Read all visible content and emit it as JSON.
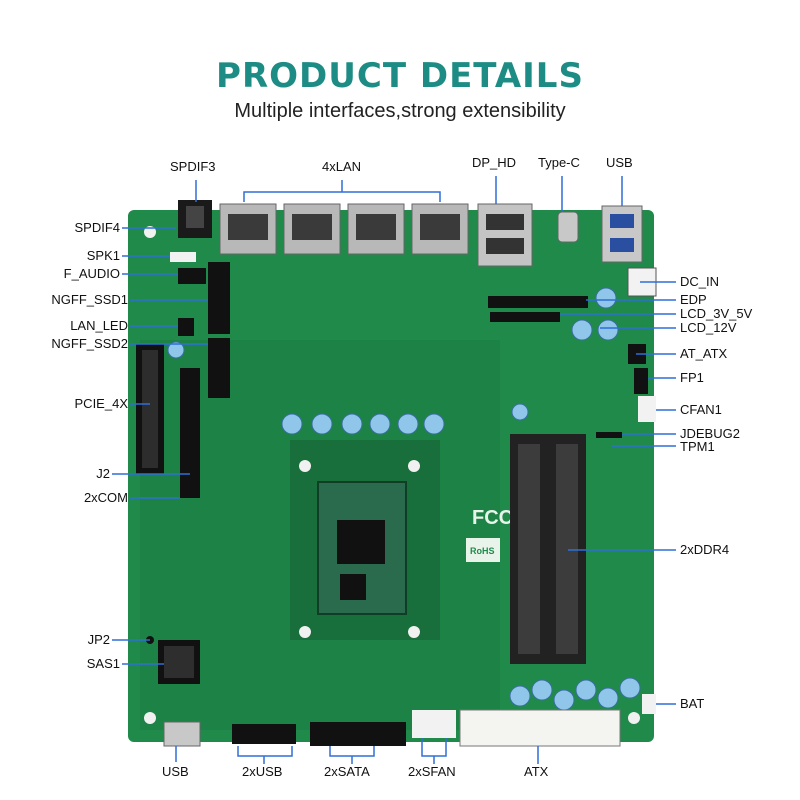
{
  "header": {
    "title": "PRODUCT DETAILS",
    "subtitle": "Multiple interfaces,strong extensibility"
  },
  "colors": {
    "title": "#1d8c84",
    "pcb": "#1f8a4a",
    "pcb_dark": "#156b38",
    "callout_line": "#2f6fd6"
  },
  "labels": {
    "top": {
      "spdif3": "SPDIF3",
      "lan4x": "4xLAN",
      "dp_hd": "DP_HD",
      "type_c": "Type-C",
      "usb_top": "USB"
    },
    "left": {
      "spdif4": "SPDIF4",
      "spk1": "SPK1",
      "f_audio": "F_AUDIO",
      "ngff_ssd1": "NGFF_SSD1",
      "lan_led": "LAN_LED",
      "ngff_ssd2": "NGFF_SSD2",
      "pcie_4x": "PCIE_4X",
      "j2": "J2",
      "com2x": "2xCOM",
      "jp2": "JP2",
      "sas1": "SAS1"
    },
    "right": {
      "dc_in": "DC_IN",
      "edp": "EDP",
      "lcd_3v_5v": "LCD_3V_5V",
      "lcd_12v": "LCD_12V",
      "at_atx": "AT_ATX",
      "fp1": "FP1",
      "cfan1": "CFAN1",
      "jdebug2": "JDEBUG2",
      "tpm1": "TPM1",
      "ddr4_2x": "2xDDR4",
      "bat": "BAT"
    },
    "bottom": {
      "usb_bottom": "USB",
      "usb2x": "2xUSB",
      "sata2x": "2xSATA",
      "sfan2x": "2xSFAN",
      "atx": "ATX"
    }
  },
  "board_marks": {
    "fcc": "FCC",
    "rohs": "RoHS"
  }
}
